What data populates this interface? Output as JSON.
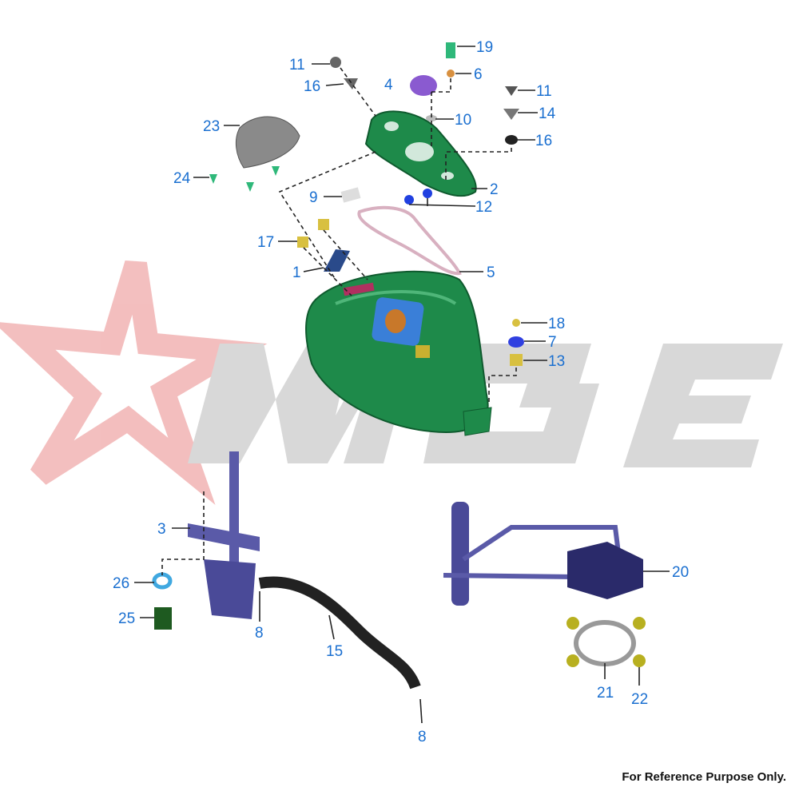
{
  "diagram": {
    "title": "Fuel Tank Parts Diagram",
    "watermark": "MGE",
    "labels": [
      "11",
      "16",
      "19",
      "6",
      "4",
      "10",
      "11",
      "14",
      "16",
      "23",
      "24",
      "2",
      "9",
      "12",
      "17",
      "1",
      "5",
      "18",
      "7",
      "13",
      "3",
      "26",
      "25",
      "8",
      "15",
      "8",
      "20",
      "21",
      "22"
    ]
  },
  "footer": {
    "text": "For Reference Purpose Only."
  },
  "colors": {
    "label": "#1a6fd0",
    "tank": "#1e8a4a",
    "tap": "#5a5aa8",
    "watermark_gray": "#d4d4d4",
    "watermark_red": "#f2b8b8"
  }
}
